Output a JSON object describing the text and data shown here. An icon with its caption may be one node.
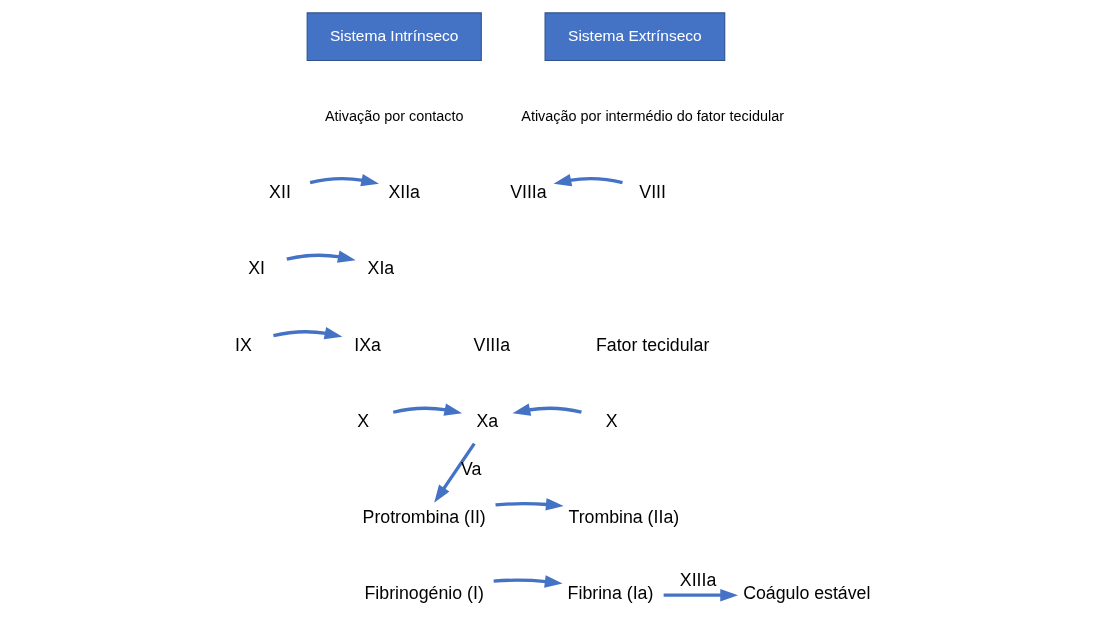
{
  "diagram": {
    "nodes": [
      {
        "text": [
          "Sistema Intrínseco"
        ]
      },
      {
        "text": [
          "XII"
        ]
      },
      {
        "text": [
          "XIIa"
        ]
      },
      {
        "text": [
          "XI"
        ]
      },
      {
        "text": [
          "XIa"
        ]
      },
      {
        "text": [
          "IX"
        ]
      },
      {
        "text": [
          "IXa"
        ]
      },
      {
        "text": [
          "VIIIa"
        ]
      },
      {
        "text": [
          "Sistema Extrínseco"
        ]
      },
      {
        "text": [
          "VIIIa"
        ]
      },
      {
        "text": [
          "VIII"
        ]
      },
      {
        "text": [
          "Fator tecidular"
        ]
      },
      {
        "text": [
          "X"
        ]
      },
      {
        "text": [
          "Xa"
        ]
      },
      {
        "text": [
          "X"
        ]
      },
      {
        "text": [
          "Protrombina (II)"
        ]
      },
      {
        "text": [
          "Trombina (IIa)"
        ]
      },
      {
        "text": [
          "Fibrinogénio (I)"
        ]
      },
      {
        "text": [
          "Fibrina (Ia)"
        ]
      },
      {
        "text": [
          "Coágulo estável"
        ]
      }
    ],
    "edges": [
      {
        "from": 1,
        "to": 2,
        "arrow": "to"
      },
      {
        "from": 3,
        "to": 4,
        "arrow": "to"
      },
      {
        "from": 5,
        "to": 6,
        "arrow": "to"
      },
      {
        "from": 10,
        "to": 9,
        "arrow": "to"
      },
      {
        "from": 12,
        "to": 13,
        "arrow": "to"
      },
      {
        "from": 14,
        "to": 13,
        "arrow": "to"
      },
      {
        "from": 13,
        "to": 15,
        "arrow": "to",
        "label": "Va"
      },
      {
        "from": 15,
        "to": 16,
        "arrow": "to"
      },
      {
        "from": 17,
        "to": 18,
        "arrow": "to"
      },
      {
        "from": 18,
        "to": 19,
        "arrow": "to",
        "label": "XIIIa"
      }
    ],
    "labels": [
      "Ativação por contacto",
      "Ativação por intermédio do fator tecidular"
    ]
  }
}
